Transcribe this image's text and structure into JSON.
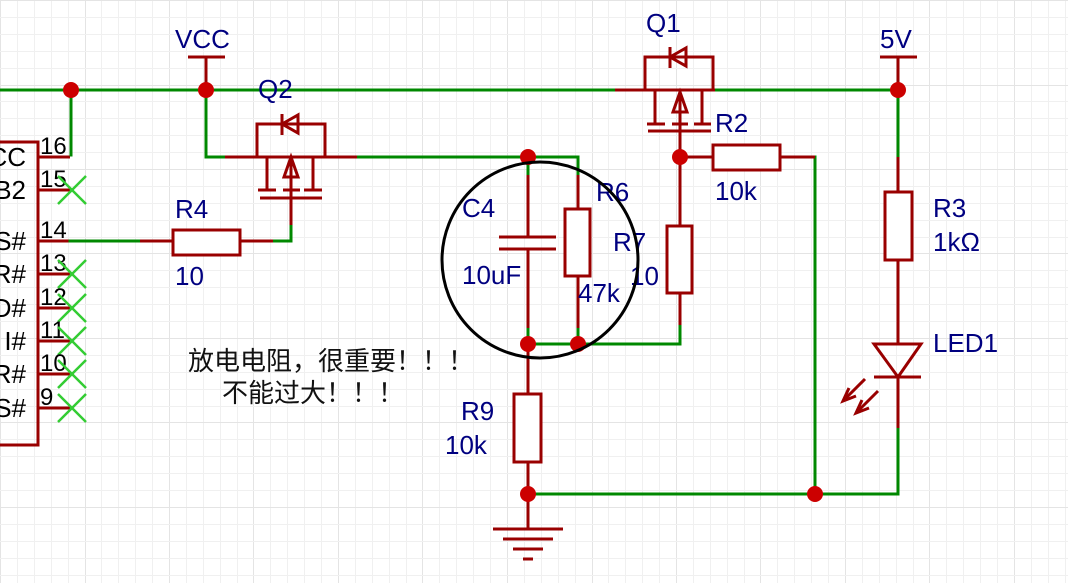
{
  "power": {
    "vcc_label": "VCC",
    "v5_label": "5V"
  },
  "ic": {
    "pins": [
      {
        "num": "16",
        "name": "CC",
        "connected": true
      },
      {
        "num": "15",
        "name": "B2",
        "connected": false
      },
      {
        "num": "14",
        "name": "S#",
        "connected": true
      },
      {
        "num": "13",
        "name": "R#",
        "connected": false
      },
      {
        "num": "12",
        "name": "D#",
        "connected": false
      },
      {
        "num": "11",
        "name": "I#",
        "connected": false
      },
      {
        "num": "10",
        "name": "R#",
        "connected": false
      },
      {
        "num": "9",
        "name": "S#",
        "connected": false
      }
    ]
  },
  "components": {
    "q1": {
      "ref": "Q1"
    },
    "q2": {
      "ref": "Q2"
    },
    "r2": {
      "ref": "R2",
      "value": "10k"
    },
    "r3": {
      "ref": "R3",
      "value": "1kΩ"
    },
    "r4": {
      "ref": "R4",
      "value": "10"
    },
    "r6": {
      "ref": "R6",
      "value": "47k"
    },
    "r7": {
      "ref": "R7",
      "value": "10"
    },
    "r9": {
      "ref": "R9",
      "value": "10k"
    },
    "c4": {
      "ref": "C4",
      "value": "10uF"
    },
    "led1": {
      "ref": "LED1"
    }
  },
  "annotation": {
    "line1": "放电电阻，很重要！！！",
    "line2": "不能过大！！！"
  },
  "colors": {
    "wire": "#008800",
    "part": "#990000",
    "junction": "#cc0000",
    "label": "#000080",
    "no_connect": "#33cc33"
  }
}
